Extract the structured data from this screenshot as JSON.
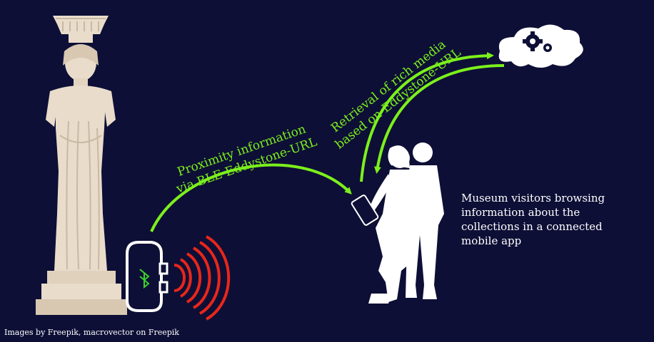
{
  "labels": {
    "proximity_line1": "Proximity information",
    "proximity_line2": "via BLE Eddystone-URL",
    "retrieval_line1": "Retrieval of rich media",
    "retrieval_line2": "based on Eddystone-URL",
    "visitors_caption": "Museum visitors browsing information about the collections in a connected mobile app",
    "credit": "Images by Freepik, macrovector on Freepik"
  },
  "icons": [
    "caryatid-statue-illustration",
    "ble-beacon-icon",
    "bluetooth-icon",
    "signal-waves-icon",
    "cloud-icon",
    "gears-icon",
    "visitors-silhouette",
    "smartphone-icon"
  ],
  "colors": {
    "background": "#0d0f36",
    "arrow": "#7cf01c",
    "signal": "#e8261a",
    "statue": "#e9dccb",
    "text": "#ffffff"
  }
}
